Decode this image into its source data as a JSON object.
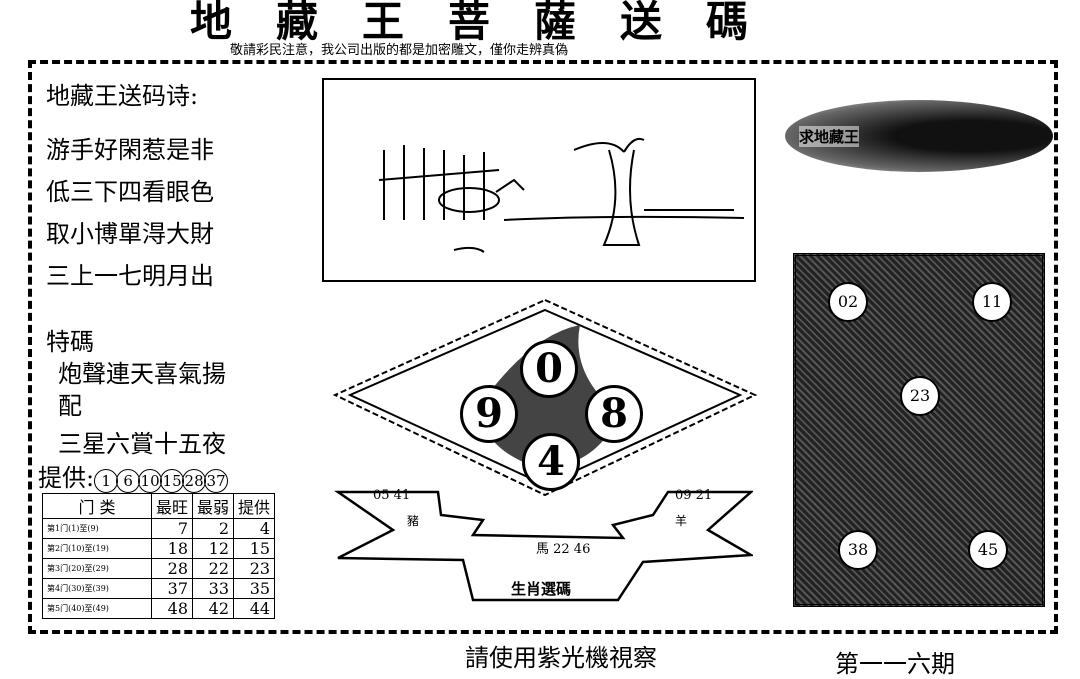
{
  "header": {
    "title": "地藏王菩薩送碼",
    "note": "敬請彩民注意，我公司出版的都是加密雕文，僅你走辨真偽"
  },
  "poem": {
    "heading": "地藏王送码诗:",
    "lines": [
      "游手好閑惹是非",
      "低三下四看眼色",
      "取小博單淂大財",
      "三上一七明月出"
    ]
  },
  "special": {
    "heading": "特碼",
    "line1": "炮聲連天喜氣揚",
    "line2": "配",
    "line3": "三星六賞十五夜"
  },
  "provide": {
    "label": "提供:",
    "numbers": [
      "1",
      "6",
      "10",
      "15",
      "28",
      "37"
    ]
  },
  "table": {
    "headers": [
      "门  类",
      "最旺",
      "最弱",
      "提供"
    ],
    "rows": [
      [
        "第1门(1)至(9)",
        "7",
        "2",
        "4"
      ],
      [
        "第2门(10)至(19)",
        "18",
        "12",
        "15"
      ],
      [
        "第3门(20)至(29)",
        "28",
        "22",
        "23"
      ],
      [
        "第4门(30)至(39)",
        "37",
        "33",
        "35"
      ],
      [
        "第5门(40)至(49)",
        "48",
        "42",
        "44"
      ]
    ]
  },
  "oval": {
    "text": "求地藏王"
  },
  "center": {
    "balls": [
      "0",
      "9",
      "8",
      "4"
    ],
    "left_nums": "05 41",
    "left_zodiac": "豬",
    "right_nums": "09 21",
    "right_zodiac": "羊",
    "mid": "馬 22 46",
    "banner": "生肖選碼"
  },
  "panel": {
    "balls": [
      "02",
      "11",
      "23",
      "38",
      "45"
    ]
  },
  "footer": {
    "note": "請使用紫光機視察",
    "issue": "第一一六期"
  }
}
